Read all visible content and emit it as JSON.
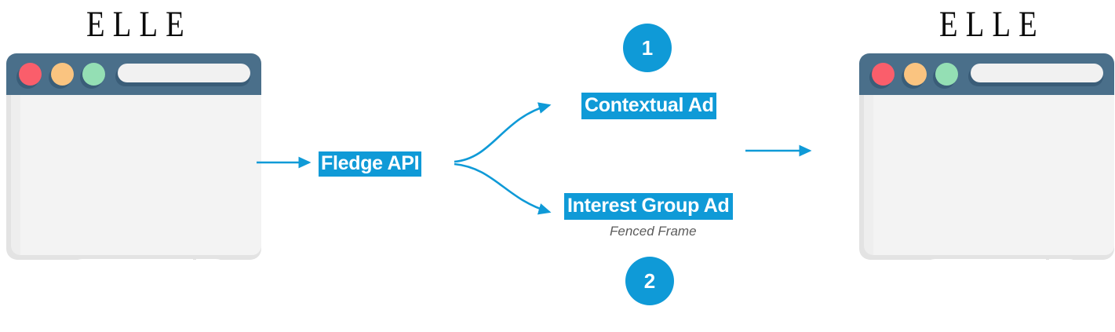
{
  "diagram": {
    "title": "Fledge API ad delivery flow",
    "accent_color": "#0f9ad7",
    "browser_chrome_color": "#4a6f8a",
    "caption_color": "#5b5b5b"
  },
  "publisher_left": {
    "logo_text": "ELLE",
    "window_name": "publisher-browser-window"
  },
  "publisher_right": {
    "logo_text": "ELLE",
    "window_name": "publisher-browser-window"
  },
  "nodes": {
    "api_label": "Fledge API",
    "contextual_ad_label": "Contextual Ad",
    "interest_group_ad_label": "Interest Group Ad",
    "fenced_frame_caption": "Fenced Frame"
  },
  "steps": [
    {
      "number": "1",
      "refers_to": "Contextual Ad"
    },
    {
      "number": "2",
      "refers_to": "Interest Group Ad"
    }
  ],
  "browser_dots": [
    {
      "name": "close-dot",
      "color": "#fa5e6b"
    },
    {
      "name": "minimize-dot",
      "color": "#fac480"
    },
    {
      "name": "maximize-dot",
      "color": "#94dfb4"
    }
  ],
  "address_bar": {
    "value": "",
    "placeholder": ""
  }
}
